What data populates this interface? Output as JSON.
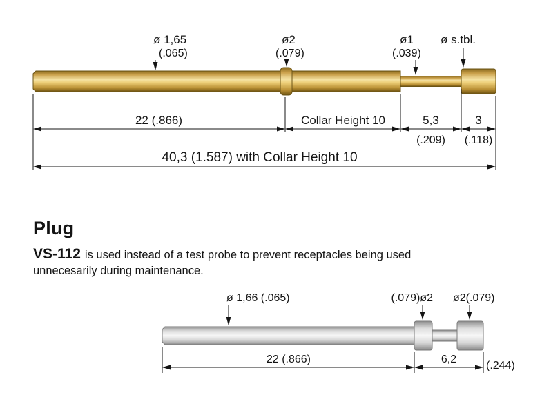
{
  "colors": {
    "gold_light": "#f5e3a4",
    "gold_mid": "#caa04a",
    "gold_dark": "#6e5312",
    "steel_light": "#f7f7f7",
    "steel_dark": "#8a8a8a",
    "line": "#141414"
  },
  "probe_drawing": {
    "callouts": {
      "dia_barrel_metric": "ø 1,65",
      "dia_barrel_inch": "(.065)",
      "dia_collar_metric": "ø2",
      "dia_collar_inch": "(.079)",
      "dia_tip_metric": "ø1",
      "dia_tip_inch": "(.039)",
      "dia_head": "ø s.tbl."
    },
    "dimensions": {
      "barrel_length": "22  (.866)",
      "collar_height": "Collar Height 10",
      "tip_length": "5,3",
      "tip_length_inch": "(.209)",
      "head_length": "3",
      "head_length_inch": "(.118)",
      "total_length": "40,3 (1.587) with Collar Height 10"
    }
  },
  "plug_section": {
    "title": "Plug",
    "model": "VS-112",
    "description_line1": "is used instead of a test probe to prevent receptacles being used",
    "description_line2": "unnecesarily during maintenance."
  },
  "plug_drawing": {
    "callouts": {
      "dia_rod": "ø 1,66  (.065)",
      "dia_collar_left": "(.079)ø2",
      "dia_collar_right": "ø2(.079)"
    },
    "dimensions": {
      "rod_length": "22  (.866)",
      "end_length": "6,2",
      "end_length_inch": "(.244)"
    }
  }
}
